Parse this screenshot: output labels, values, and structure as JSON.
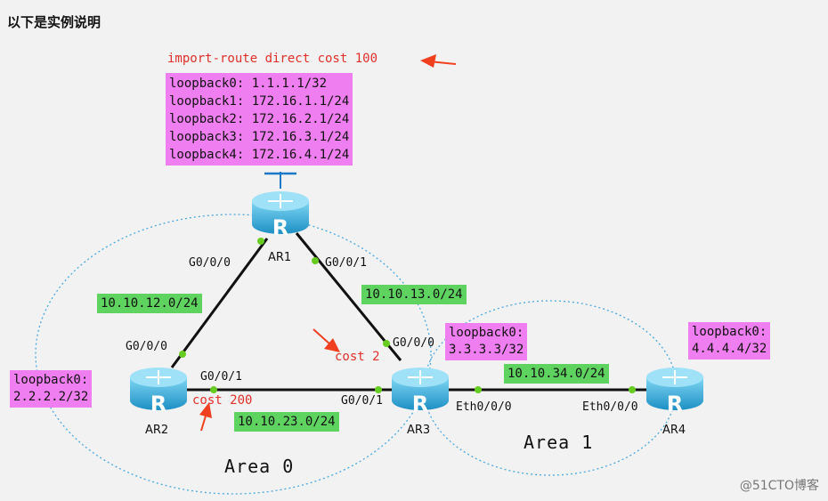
{
  "heading": "以下是实例说明",
  "import_note": "import-route direct cost 100",
  "ar1_loopbacks": [
    "loopback0: 1.1.1.1/32",
    "loopback1: 172.16.1.1/24",
    "loopback2: 172.16.2.1/24",
    "loopback3: 172.16.3.1/24",
    "loopback4: 172.16.4.1/24"
  ],
  "routers": {
    "ar1": {
      "name": "AR1",
      "glyph": "R",
      "if_left": "G0/0/0",
      "if_right": "G0/0/1"
    },
    "ar2": {
      "name": "AR2",
      "glyph": "R",
      "if_top": "G0/0/0",
      "if_right": "G0/0/1",
      "loopback_title": "loopback0:",
      "loopback_addr": "2.2.2.2/32"
    },
    "ar3": {
      "name": "AR3",
      "glyph": "R",
      "if_top": "G0/0/0",
      "if_left": "G0/0/1",
      "if_right": "Eth0/0/0",
      "loopback_title": "loopback0:",
      "loopback_addr": "3.3.3.3/32"
    },
    "ar4": {
      "name": "AR4",
      "glyph": "R",
      "if_left": "Eth0/0/0",
      "loopback_title": "loopback0:",
      "loopback_addr": "4.4.4.4/32"
    }
  },
  "networks": {
    "n12": "10.10.12.0/24",
    "n13": "10.10.13.0/24",
    "n23": "10.10.23.0/24",
    "n34": "10.10.34.0/24"
  },
  "costs": {
    "ar3_g000": "cost 2",
    "ar2_g001": "cost 200"
  },
  "areas": {
    "area0": "Area 0",
    "area1": "Area 1"
  },
  "colors": {
    "router_body": "#38b3e3",
    "link_dot": "#66cc22",
    "area_ring": "#4aa8e0",
    "arrow": "#f04020",
    "network_bg": "#5fd35f",
    "loopback_bg": "#ef7ef0",
    "cost_text": "#e0302a"
  },
  "watermark": "@51CTO博客"
}
